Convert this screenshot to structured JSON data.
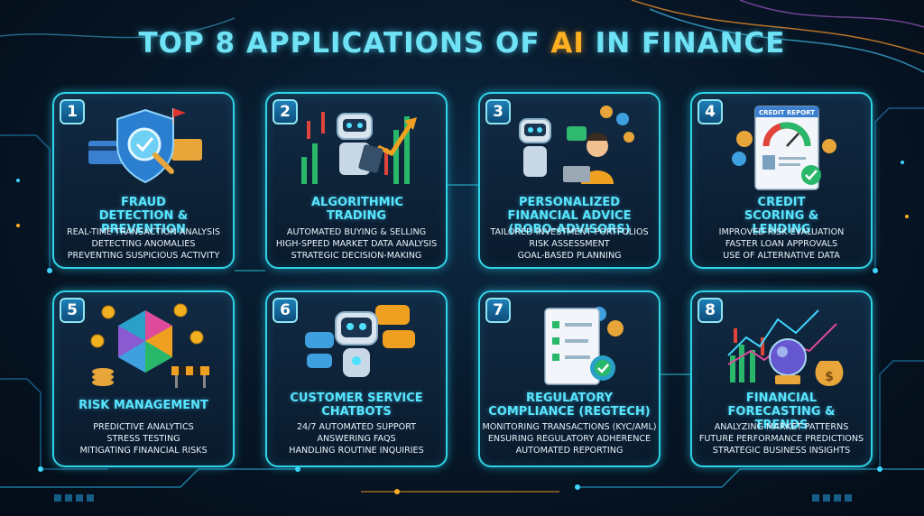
{
  "title": {
    "prefix": "TOP 8 APPLICATIONS OF ",
    "highlight": "AI",
    "suffix": " IN FINANCE"
  },
  "cards": [
    {
      "number": "1",
      "title": "FRAUD DETECTION & PREVENTION",
      "lines": [
        "REAL-TIME TRANSACTION ANALYSIS",
        "DETECTING ANOMALIES",
        "PREVENTING SUSPICIOUS ACTIVITY"
      ],
      "icon": "shield-magnifier-icon"
    },
    {
      "number": "2",
      "title": "ALGORITHMIC TRADING",
      "lines": [
        "AUTOMATED BUYING & SELLING",
        "HIGH-SPEED MARKET DATA ANALYSIS",
        "STRATEGIC DECISION-MAKING"
      ],
      "icon": "robot-trading-chart-icon"
    },
    {
      "number": "3",
      "title": "PERSONALIZED FINANCIAL ADVICE (ROBO-ADVISORS)",
      "lines": [
        "TAILORED INVESTMENT PORTFOLIOS",
        "RISK ASSESSMENT",
        "GOAL-BASED PLANNING"
      ],
      "icon": "robot-advisor-icon"
    },
    {
      "number": "4",
      "title": "CREDIT SCORING & LENDING",
      "lines": [
        "IMPROVED RISK EVALUATION",
        "FASTER LOAN APPROVALS",
        "USE OF ALTERNATIVE DATA"
      ],
      "icon": "credit-report-icon",
      "icon_text": "CREDIT REPORT"
    },
    {
      "number": "5",
      "title": "RISK MANAGEMENT",
      "lines": [
        "PREDICTIVE ANALYTICS",
        "STRESS TESTING",
        "MITIGATING FINANCIAL RISKS"
      ],
      "icon": "risk-hexagon-icon"
    },
    {
      "number": "6",
      "title": "CUSTOMER SERVICE CHATBOTS",
      "lines": [
        "24/7 AUTOMATED SUPPORT",
        "ANSWERING FAQS",
        "HANDLING ROUTINE INQUIRIES"
      ],
      "icon": "chatbot-icon"
    },
    {
      "number": "7",
      "title": "REGULATORY COMPLIANCE (REGTECH)",
      "lines": [
        "MONITORING TRANSACTIONS (KYC/AML)",
        "ENSURING REGULATORY ADHERENCE",
        "AUTOMATED REPORTING"
      ],
      "icon": "compliance-checklist-icon"
    },
    {
      "number": "8",
      "title": "FINANCIAL FORECASTING & TRENDS",
      "lines": [
        "ANALYZING MARKET PATTERNS",
        "FUTURE PERFORMANCE PREDICTIONS",
        "STRATEGIC BUSINESS INSIGHTS"
      ],
      "icon": "crystal-ball-forecast-icon"
    }
  ],
  "colors": {
    "accent": "#2fd3e6",
    "title": "#6fe3f5",
    "highlight": "#ffb020",
    "background": "#071626"
  }
}
